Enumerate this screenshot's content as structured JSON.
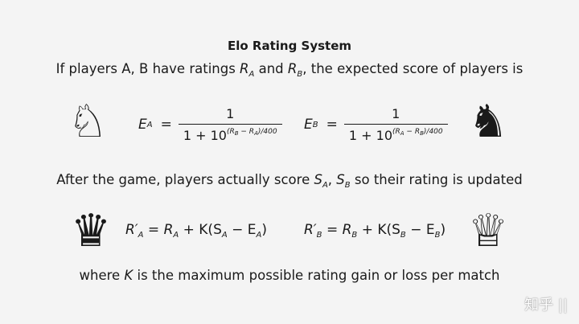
{
  "title": "Elo Rating System",
  "line1": {
    "p1": "If players A, B have ratings ",
    "ra": "R",
    "ra_sub": "A",
    "and": " and ",
    "rb": "R",
    "rb_sub": "B",
    "p2": ", the expected score of players is"
  },
  "formula_a": {
    "lhs": "E",
    "lhs_sub": "A",
    "eq": "=",
    "num": "1",
    "den_base": "1 + 10",
    "exp_text": "(R",
    "exp_b": "B",
    "exp_minus": " − R",
    "exp_a": "A",
    "exp_tail": ")/400"
  },
  "formula_b": {
    "lhs": "E",
    "lhs_sub": "B",
    "eq": "=",
    "num": "1",
    "den_base": "1 + 10",
    "exp_text": "(R",
    "exp_a": "A",
    "exp_minus": " − R",
    "exp_b": "B",
    "exp_tail": ")/400"
  },
  "line2": {
    "p1": "After the game, players actually score ",
    "sa": "S",
    "sa_sub": "A",
    "comma": ", ",
    "sb": "S",
    "sb_sub": "B",
    "p2": " so their rating is updated"
  },
  "update_a": {
    "lhs": "R′",
    "lhs_sub": "A",
    "eq": " = ",
    "r": "R",
    "r_sub": "A",
    "rest": " + K(S",
    "s_sub": "A",
    "minus": " − E",
    "e_sub": "A",
    "close": ")"
  },
  "update_b": {
    "lhs": "R′",
    "lhs_sub": "B",
    "eq": " = ",
    "r": "R",
    "r_sub": "B",
    "rest": " + K(S",
    "s_sub": "B",
    "minus": " − E",
    "e_sub": "B",
    "close": ")"
  },
  "line3": {
    "p1": "where ",
    "k": "K",
    "p2": " is the maximum possible rating gain or loss per match"
  },
  "pieces": {
    "knight_white": "♘",
    "knight_black": "♞",
    "queen_black": "♛",
    "queen_white": "♕"
  },
  "watermark": "知乎 ||"
}
